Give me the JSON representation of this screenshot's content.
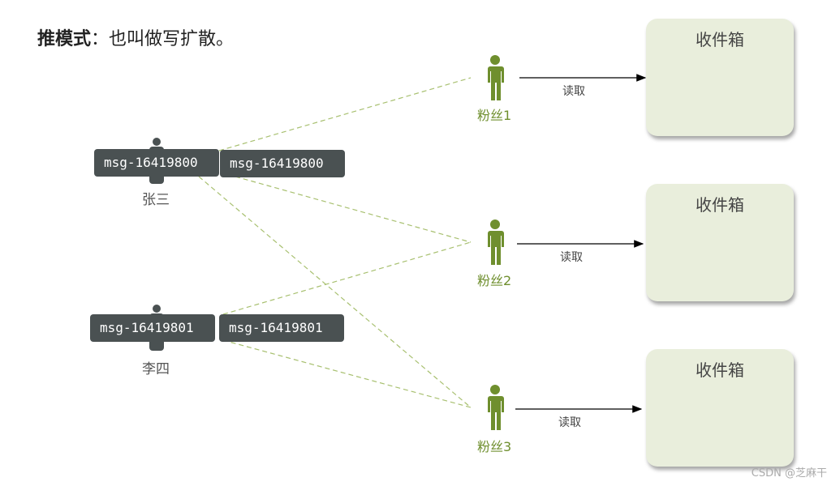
{
  "title": {
    "bold": "推模式",
    "rest": "：也叫做写扩散。"
  },
  "senders": [
    {
      "name": "张三",
      "msg": "msg-16419800"
    },
    {
      "name": "李四",
      "msg": "msg-16419801"
    }
  ],
  "fans": [
    {
      "name": "粉丝1"
    },
    {
      "name": "粉丝2"
    },
    {
      "name": "粉丝3"
    }
  ],
  "read_label": "读取",
  "inbox_label": "收件箱",
  "watermark": "CSDN @芝麻干",
  "colors": {
    "fan": "#6f8f2e",
    "sender": "#4a5152",
    "inbox": "#e9eedc",
    "dash": "#a8c070"
  }
}
